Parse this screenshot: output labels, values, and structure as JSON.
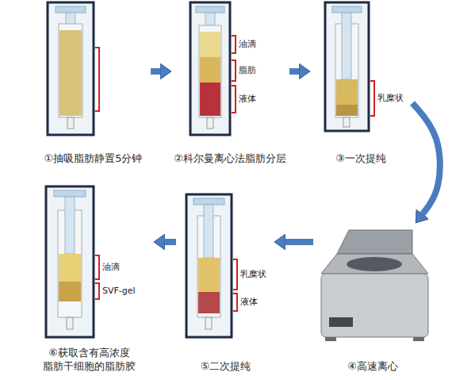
{
  "diagram": {
    "nodes": [
      {
        "text": [
          "①抽吸脂肪静置5分钟"
        ]
      },
      {
        "text": [
          "②科尔曼离心法脂肪分层"
        ]
      },
      {
        "text": [
          "③一次提纯"
        ]
      },
      {
        "text": [
          "④高速离心"
        ]
      },
      {
        "text": [
          "⑤二次提纯"
        ]
      },
      {
        "text": [
          "⑥获取含有高浓度 脂肪干细胞的脂肪胶"
        ]
      }
    ],
    "edges": [
      {
        "from": 0,
        "to": 1,
        "arrow": "to"
      },
      {
        "from": 1,
        "to": 2,
        "arrow": "to"
      },
      {
        "from": 2,
        "to": 3,
        "arrow": "to"
      },
      {
        "from": 3,
        "to": 4,
        "arrow": "to"
      },
      {
        "from": 4,
        "to": 5,
        "arrow": "to"
      }
    ],
    "labels": [
      "油滴",
      "脂肪",
      "液体",
      "乳糜状",
      "油滴",
      "SVF-gel",
      "乳糜状",
      "液体"
    ]
  }
}
